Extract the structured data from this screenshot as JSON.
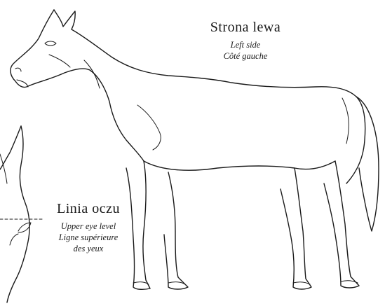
{
  "left_side": {
    "title": "Strona lewa",
    "english": "Left side",
    "french": "Côté gauche"
  },
  "eye_line": {
    "title": "Linia oczu",
    "english": "Upper eye level",
    "french_line1": "Ligne supérieure",
    "french_line2": "des yeux"
  },
  "colors": {
    "line": "#1a1a1a",
    "background": "#ffffff"
  }
}
